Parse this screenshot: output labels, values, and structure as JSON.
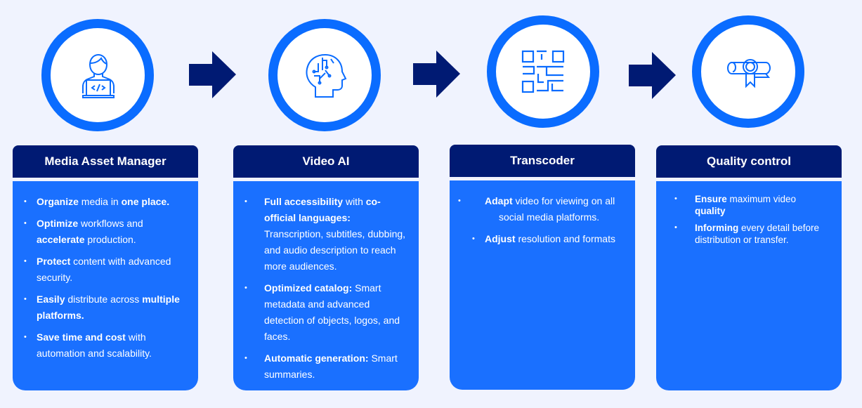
{
  "colors": {
    "background": "#f0f3fe",
    "navy": "#001a73",
    "blue": "#1a70ff",
    "ring": "#0a6cff"
  },
  "steps": [
    {
      "icon": "developer-laptop-icon",
      "title": "Media Asset Manager",
      "items": [
        [
          {
            "t": "Organize",
            "b": true
          },
          {
            "t": " media in "
          },
          {
            "t": "one place.",
            "b": true
          }
        ],
        [
          {
            "t": "Optimize",
            "b": true
          },
          {
            "t": " workflows and "
          },
          {
            "t": "accelerate",
            "b": true
          },
          {
            "t": " production."
          }
        ],
        [
          {
            "t": "Protect",
            "b": true
          },
          {
            "t": " content with advanced security."
          }
        ],
        [
          {
            "t": "Easily",
            "b": true
          },
          {
            "t": " distribute across "
          },
          {
            "t": "multiple platforms.",
            "b": true
          }
        ],
        [
          {
            "t": "Save time and cost",
            "b": true
          },
          {
            "t": " with automation and scalability."
          }
        ]
      ]
    },
    {
      "icon": "ai-brain-head-icon",
      "title": "Video AI",
      "items": [
        [
          {
            "t": "Full accessibility",
            "b": true
          },
          {
            "t": " with "
          },
          {
            "t": "co-official languages:",
            "b": true
          },
          {
            "t": " Transcription, subtitles, dubbing, and audio description to reach more audiences."
          }
        ],
        [
          {
            "t": "Optimized catalog:",
            "b": true
          },
          {
            "t": " Smart metadata and advanced detection of objects, logos, and faces."
          }
        ],
        [
          {
            "t": "Automatic generation:",
            "b": true
          },
          {
            "t": " Smart summaries."
          }
        ]
      ]
    },
    {
      "icon": "qr-code-icon",
      "title": "Transcoder",
      "items": [
        [
          {
            "t": "Adapt",
            "b": true
          },
          {
            "t": " video for viewing on all social media platforms."
          }
        ],
        [
          {
            "t": "Adjust",
            "b": true
          },
          {
            "t": " resolution and formats"
          }
        ]
      ]
    },
    {
      "icon": "certificate-scroll-icon",
      "title": "Quality control",
      "items": [
        [
          {
            "t": " Ensure",
            "b": true
          },
          {
            "t": " maximum video "
          },
          {
            "t": "quality",
            "b": true
          }
        ],
        [
          {
            "t": "Informing",
            "b": true
          },
          {
            "t": " every detail before distribution or transfer."
          }
        ]
      ]
    }
  ]
}
